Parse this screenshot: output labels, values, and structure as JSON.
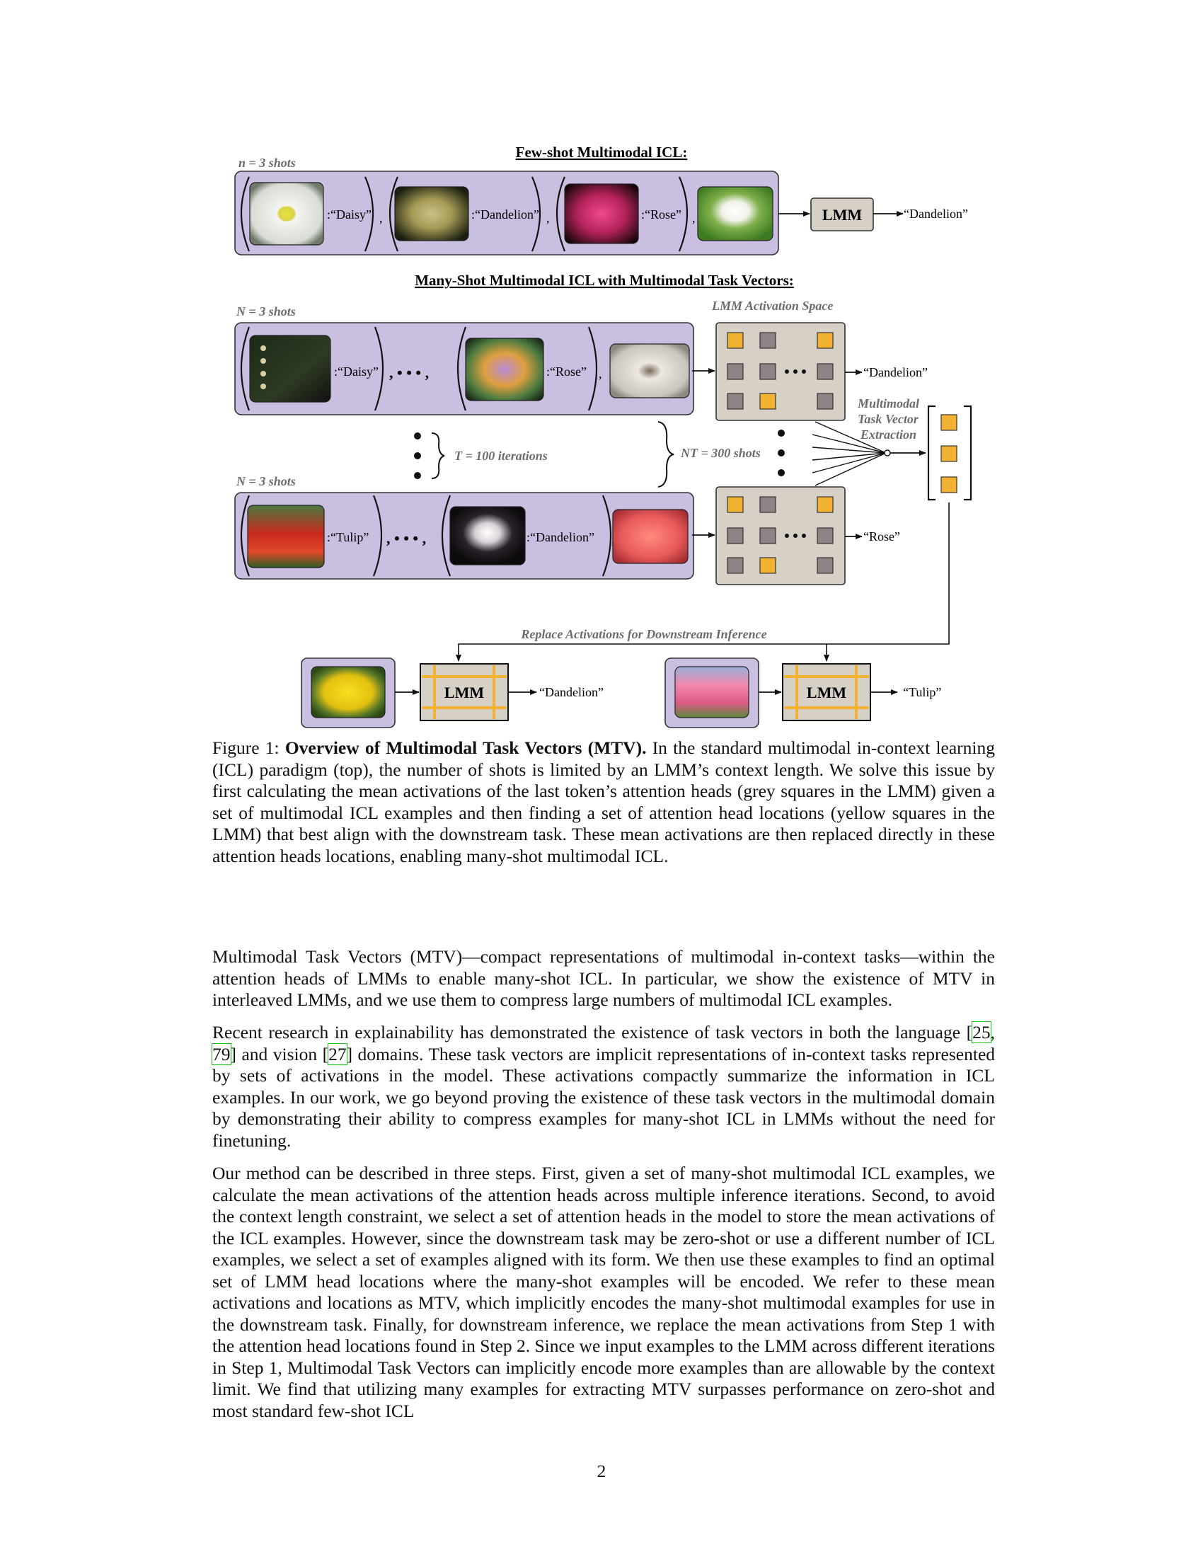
{
  "figure": {
    "few_shot": {
      "title": "Few-shot Multimodal ICL:",
      "shots_label": "n = 3 shots",
      "labels": [
        ":“Daisy”",
        ":“Dandelion”",
        ":“Rose”"
      ],
      "lmm": "LMM",
      "output": "“Dandelion”"
    },
    "many_shot": {
      "title": "Many-Shot Multimodal ICL with Multimodal Task Vectors:",
      "activation_space": "LMM Activation Space",
      "top_shots_label": "N = 3 shots",
      "bottom_shots_label": "N = 3 shots",
      "top_labels": [
        ":“Daisy”",
        ":“Rose”"
      ],
      "bottom_labels": [
        ":“Tulip”",
        ":“Dandelion”"
      ],
      "iterations": "T = 100 iterations",
      "total_shots": "NT = 300 shots",
      "extraction_line1": "Multimodal",
      "extraction_line2": "Task Vector",
      "extraction_line3": "Extraction",
      "top_output": "“Dandelion”",
      "bottom_output": "“Rose”"
    },
    "downstream": {
      "title": "Replace Activations for Downstream Inference",
      "lmm_left": "LMM",
      "lmm_right": "LMM",
      "output_left": "“Dandelion”",
      "output_right": "“Tulip”"
    },
    "colors": {
      "panel": "#cbbfe1",
      "lmm_box": "#d6d0c7",
      "yellow": "#f2b233",
      "grey": "#8e8285"
    }
  },
  "caption": {
    "label": "Figure 1:",
    "bold": "Overview of Multimodal Task Vectors (MTV).",
    "text": "In the standard multimodal in-context learning (ICL) paradigm (top), the number of shots is limited by an LMM’s context length. We solve this issue by first calculating the mean activations of the last token’s attention heads (grey squares in the LMM) given a set of multimodal ICL examples and then finding a set of attention head locations (yellow squares in the LMM) that best align with the downstream task. These mean activations are then replaced directly in these attention heads locations, enabling many-shot multimodal ICL."
  },
  "body": {
    "p1": "Multimodal Task Vectors (MTV)—compact representations of multimodal in-context tasks—within the attention heads of LMMs to enable many-shot ICL. In particular, we show the existence of MTV in interleaved LMMs, and we use them to compress large numbers of multimodal ICL examples.",
    "p2_a": "Recent research in explainability has demonstrated the existence of task vectors in both the language",
    "p2_cite1": "25",
    "p2_cite2": "79",
    "p2_b": "and vision",
    "p2_cite3": "27",
    "p2_c": "domains. These task vectors are implicit representations of in-context tasks represented by sets of activations in the model. These activations compactly summarize the information in ICL examples. In our work, we go beyond proving the existence of these task vectors in the multimodal domain by demonstrating their ability to compress examples for many-shot ICL in LMMs without the need for finetuning.",
    "p3": "Our method can be described in three steps. First, given a set of many-shot multimodal ICL examples, we calculate the mean activations of the attention heads across multiple inference iterations. Second, to avoid the context length constraint, we select a set of attention heads in the model to store the mean activations of the ICL examples. However, since the downstream task may be zero-shot or use a different number of ICL examples, we select a set of examples aligned with its form. We then use these examples to find an optimal set of LMM head locations where the many-shot examples will be encoded. We refer to these mean activations and locations as MTV, which implicitly encodes the many-shot multimodal examples for use in the downstream task. Finally, for downstream inference, we replace the mean activations from Step 1 with the attention head locations found in Step 2. Since we input examples to the LMM across different iterations in Step 1, Multimodal Task Vectors can implicitly encode more examples than are allowable by the context limit. We find that utilizing many examples for extracting MTV surpasses performance on zero-shot and most standard few-shot ICL"
  },
  "page_number": "2"
}
